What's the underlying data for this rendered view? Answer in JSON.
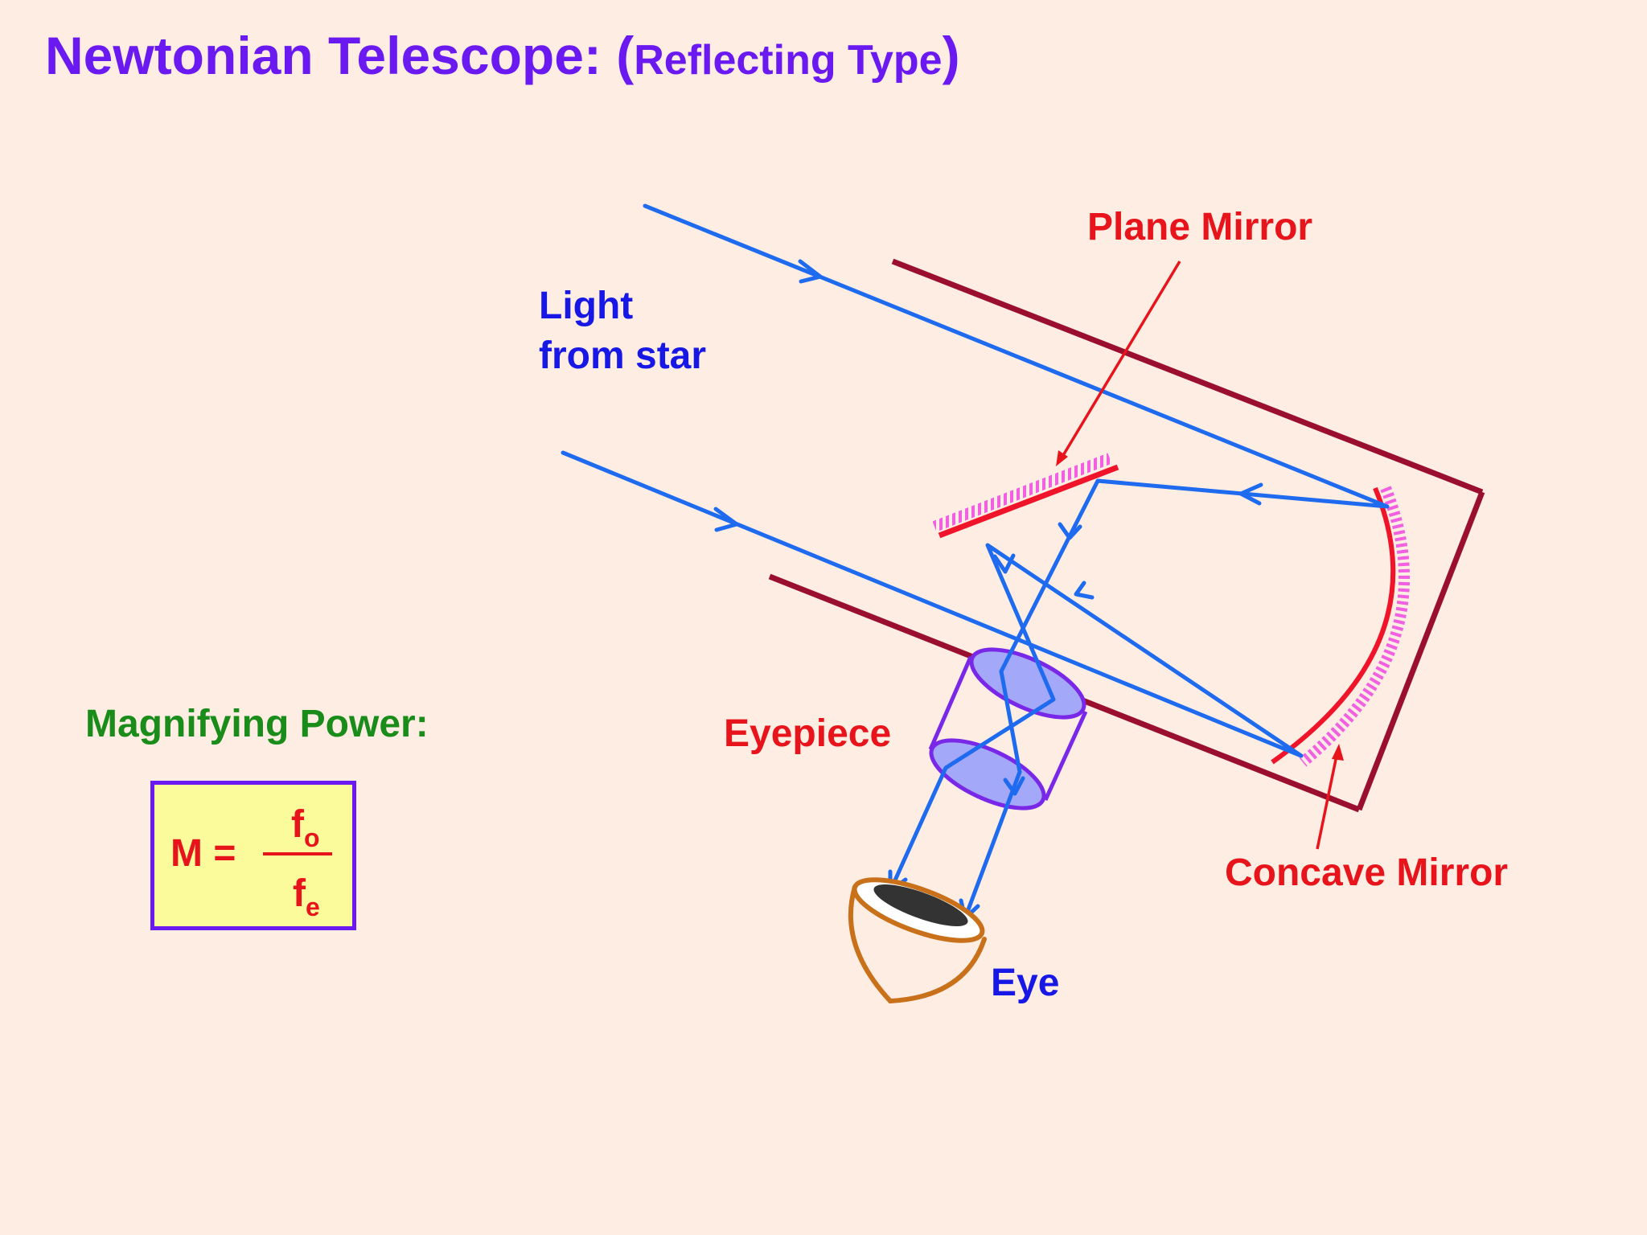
{
  "title": {
    "main": "Newtonian Telescope: ",
    "open_paren": "(",
    "sub": "Reflecting Type",
    "close_paren": ")"
  },
  "labels": {
    "light_line1": "Light",
    "light_line2": "from star",
    "plane_mirror": "Plane Mirror",
    "eyepiece": "Eyepiece",
    "concave_mirror": "Concave Mirror",
    "eye": "Eye",
    "magnifying_power": "Magnifying Power:"
  },
  "formula": {
    "lhs": "M =",
    "numerator": "f",
    "numerator_sub": "o",
    "denominator": "f",
    "denominator_sub": "e"
  },
  "colors": {
    "background": "#FEEDE2",
    "title": "#6A1AF0",
    "ray": "#1E6BF0",
    "tube": "#9A0F2E",
    "mirror": "#F0142A",
    "mirror_hatch": "#F060E0",
    "lens_fill": "#A3A8F8",
    "lens_stroke": "#7A28E8",
    "eye_stroke": "#C8701A",
    "pupil": "#333333",
    "pointer": "#E8141C",
    "formula_box_fill": "#FBFB9C"
  }
}
